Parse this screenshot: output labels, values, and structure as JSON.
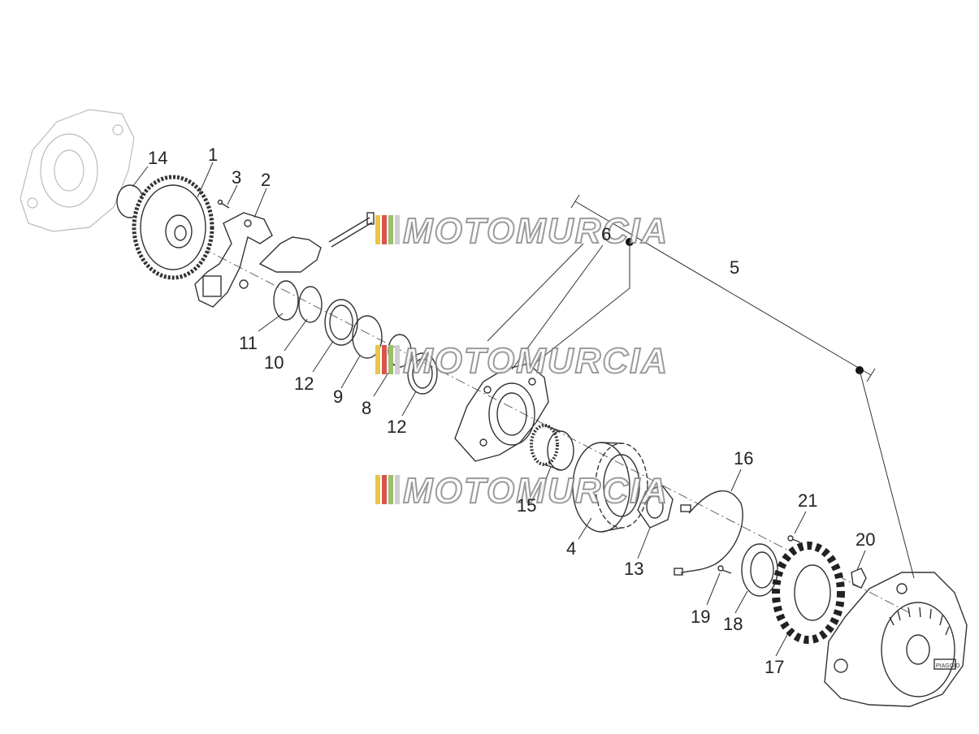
{
  "callouts": {
    "c1": "1",
    "c2": "2",
    "c3": "3",
    "c4": "4",
    "c5": "5",
    "c6": "6",
    "c8": "8",
    "c9": "9",
    "c10": "10",
    "c11": "11",
    "c12a": "12",
    "c12b": "12",
    "c13": "13",
    "c14": "14",
    "c15": "15",
    "c16": "16",
    "c17": "17",
    "c18": "18",
    "c19": "19",
    "c20": "20",
    "c21": "21"
  },
  "watermark": {
    "w1": "MOTOMURCIA",
    "w2": "MOTOMURCIA",
    "w3": "MOTOMURCIA",
    "stripe_colors": [
      "#e8c64a",
      "#d9534f",
      "#9bbf6a",
      "#cfcfcf"
    ]
  },
  "brand_plate": "PIAGGIO"
}
